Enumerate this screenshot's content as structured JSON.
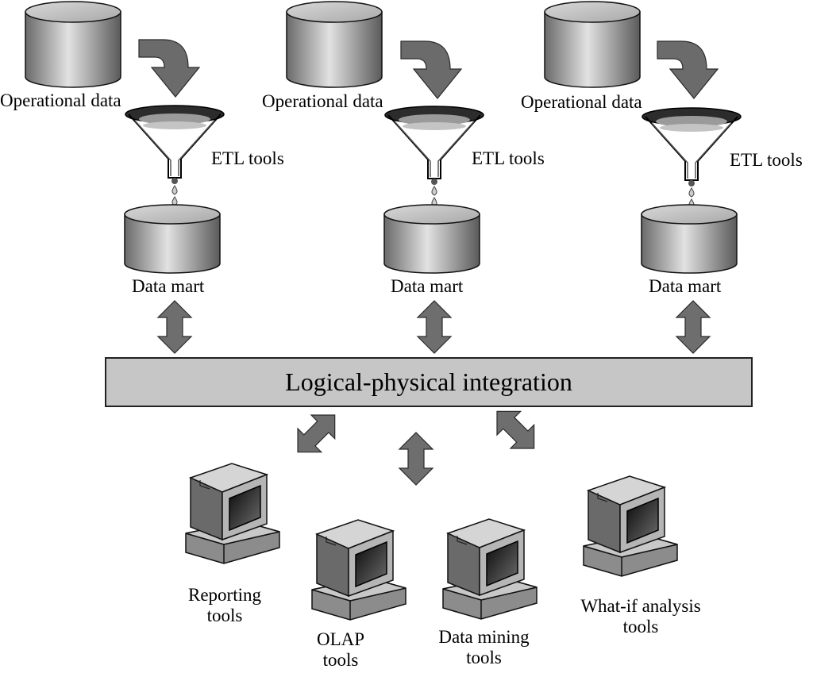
{
  "sources": [
    {
      "operational_label": "Operational data",
      "etl_label": "ETL tools",
      "mart_label": "Data mart"
    },
    {
      "operational_label": "Operational data",
      "etl_label": "ETL tools",
      "mart_label": "Data mart"
    },
    {
      "operational_label": "Operational data",
      "etl_label": "ETL tools",
      "mart_label": "Data mart"
    }
  ],
  "integration": {
    "label": "Logical-physical integration"
  },
  "tools": [
    {
      "line1": "Reporting",
      "line2": "tools"
    },
    {
      "line1": "OLAP",
      "line2": "tools"
    },
    {
      "line1": "Data mining",
      "line2": "tools"
    },
    {
      "line1": "What-if analysis",
      "line2": "tools"
    }
  ]
}
